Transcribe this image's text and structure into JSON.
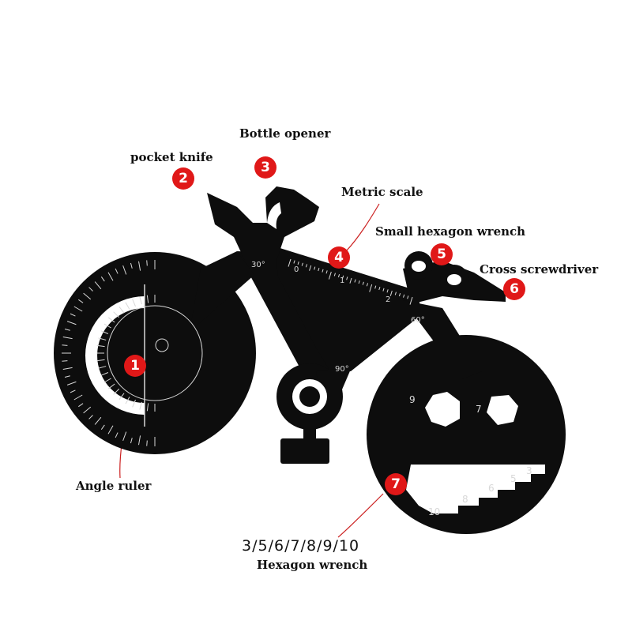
{
  "labels": {
    "pocket_knife": "pocket knife",
    "bottle_opener": "Bottle opener",
    "metric_scale": "Metric scale",
    "small_hex": "Small hexagon wrench",
    "cross_screwdriver": "Cross screwdriver",
    "angle_ruler": "Angle ruler",
    "hex_sizes": "3/5/6/7/8/9/10",
    "hex_wrench": "Hexagon wrench"
  },
  "numbers": [
    "1",
    "2",
    "3",
    "4",
    "5",
    "6",
    "7"
  ],
  "engraving": {
    "a30": "30°",
    "a60": "60°",
    "a90": "90°",
    "s0": "0",
    "s1": "1",
    "s2": "2",
    "h9": "9",
    "h7": "7",
    "w10": "10",
    "w8": "8",
    "w6": "6",
    "w5": "5",
    "w3": "3"
  },
  "colors": {
    "tool": "#0d0d0d",
    "accent": "#e01818",
    "engrave": "#d8d8d8"
  }
}
